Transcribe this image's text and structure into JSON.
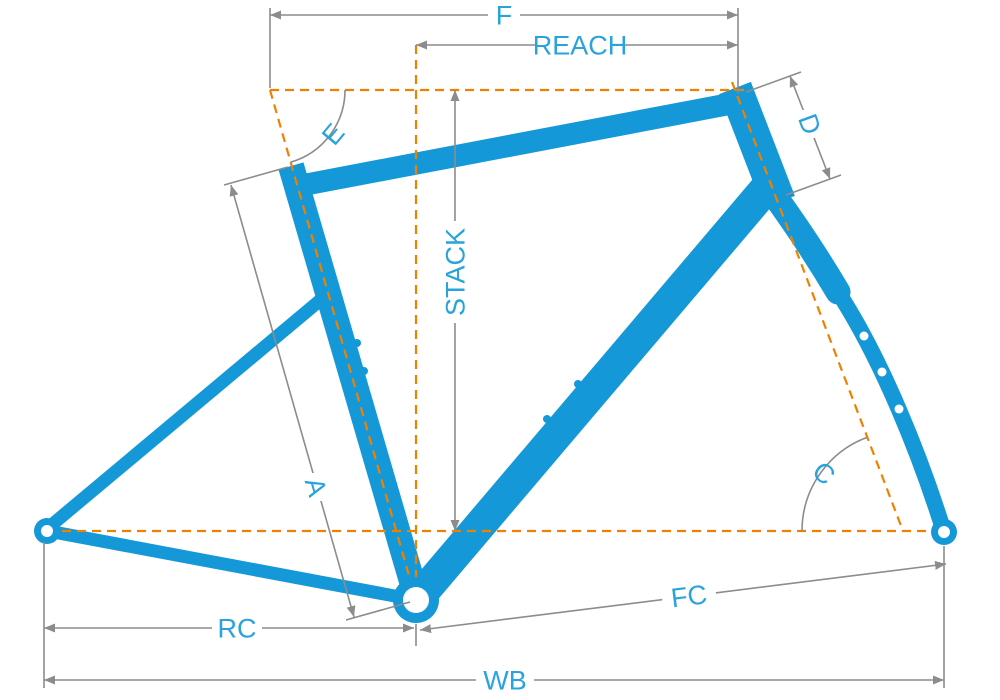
{
  "diagram": {
    "name": "bike-frame-geometry-diagram",
    "colors": {
      "frame": "#1598D8",
      "label": "#29A3DB",
      "reference": "#EE8100",
      "dimension": "#8C8C8C",
      "background": "#FFFFFF",
      "hole": "#FFFFFF"
    },
    "labels": {
      "f": "F",
      "reach": "REACH",
      "d": "D",
      "e": "E",
      "stack": "STACK",
      "a": "A",
      "c": "C",
      "rc": "RC",
      "fc": "FC",
      "wb": "WB"
    }
  }
}
